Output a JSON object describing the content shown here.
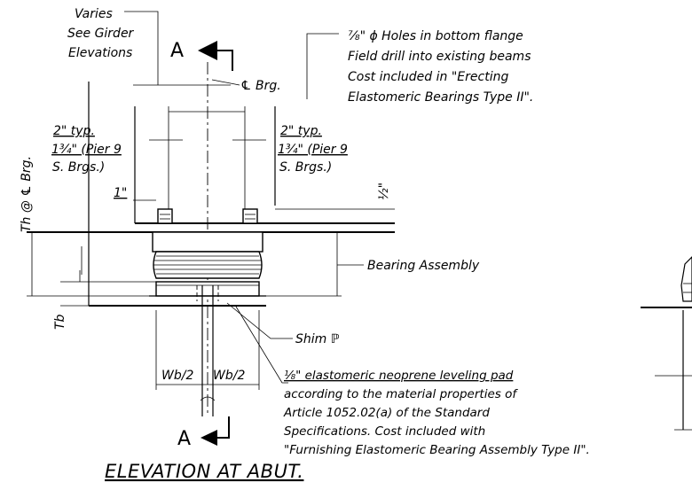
{
  "varies_note": [
    "Varies",
    "See Girder",
    "Elevations"
  ],
  "section_letter": "A",
  "cl_brg_label": "℄ Brg.",
  "hole_note": [
    "⅞\" ϕ Holes in bottom flange",
    "Field drill into existing beams",
    "Cost included in \"Erecting",
    "Elastomeric Bearings Type II\"."
  ],
  "left_dim": [
    "2\" typ.",
    "1¾\" (Pier 9",
    "S. Brgs.)"
  ],
  "right_dim": [
    "2\" typ.",
    "1¾\" (Pier 9",
    "S. Brgs.)"
  ],
  "one_inch": "1\"",
  "half_inch": "½\"",
  "th_label": "Th @ ℄ Brg.",
  "tb_label": "Tb",
  "bearing_assembly": "Bearing Assembly",
  "shim_label": "Shim ℙ",
  "wb_label": "Wb/2",
  "pad_note": [
    "⅛\" elastomeric neoprene leveling pad",
    "according to the material properties of",
    "Article 1052.02(a) of the Standard",
    "Specifications.  Cost included with",
    "\"Furnishing Elastomeric Bearing Assembly Type II\"."
  ],
  "title": "ELEVATION AT ABUT."
}
